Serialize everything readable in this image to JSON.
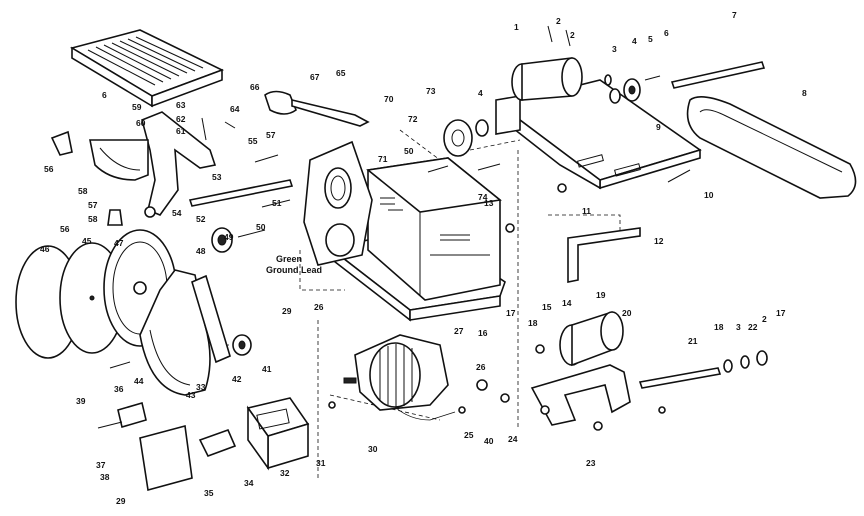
{
  "note": {
    "line1": "Green",
    "line2": "Ground Lead"
  },
  "part_numbers": [
    "1",
    "2",
    "2",
    "3",
    "4",
    "4",
    "5",
    "6",
    "7",
    "8",
    "9",
    "10",
    "11",
    "12",
    "13",
    "14",
    "15",
    "16",
    "17",
    "18",
    "19",
    "20",
    "21",
    "22",
    "2",
    "3",
    "17",
    "18",
    "23",
    "24",
    "25",
    "26",
    "27",
    "26",
    "29",
    "30",
    "31",
    "32",
    "33",
    "34",
    "35",
    "36",
    "37",
    "38",
    "39",
    "29",
    "40",
    "41",
    "42",
    "43",
    "44",
    "45",
    "46",
    "47",
    "48",
    "49",
    "50",
    "51",
    "52",
    "53",
    "54",
    "55",
    "56",
    "56",
    "57",
    "57",
    "58",
    "58",
    "59",
    "60",
    "61",
    "62",
    "63",
    "64",
    "6",
    "65",
    "66",
    "67",
    "70",
    "71",
    "72",
    "73",
    "74",
    "50"
  ]
}
